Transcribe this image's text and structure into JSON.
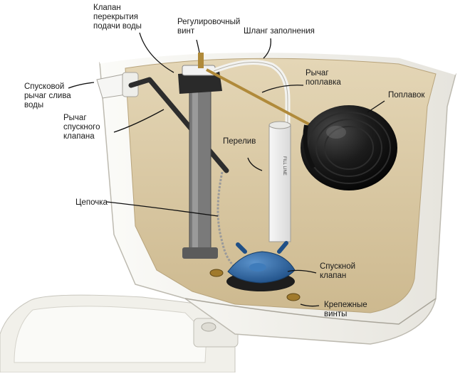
{
  "labels": {
    "fill_valve_shutoff": "Клапан\nперекрытия\nподачи воды",
    "adjust_screw": "Регулировочный\nвинт",
    "fill_hose": "Шланг заполнения",
    "flush_handle": "Спусковой\nрычаг слива\nводы",
    "float_arm": "Рычаг\nпоплавка",
    "float_ball": "Поплавок",
    "flush_lever_arm": "Рычаг\nспускного\nклапана",
    "overflow": "Перелив",
    "chain": "Цепочка",
    "flush_valve": "Спускной\nклапан",
    "mount_screws": "Крепежные\nвинты"
  },
  "overflow_tube_print": "FILL LINE",
  "colors": {
    "tank_outer": "#f2f1ec",
    "tank_inner": "#d9c9a6",
    "float_black": "#141414",
    "flapper_blue": "#2c6aa8",
    "brass": "#b08a3a"
  }
}
